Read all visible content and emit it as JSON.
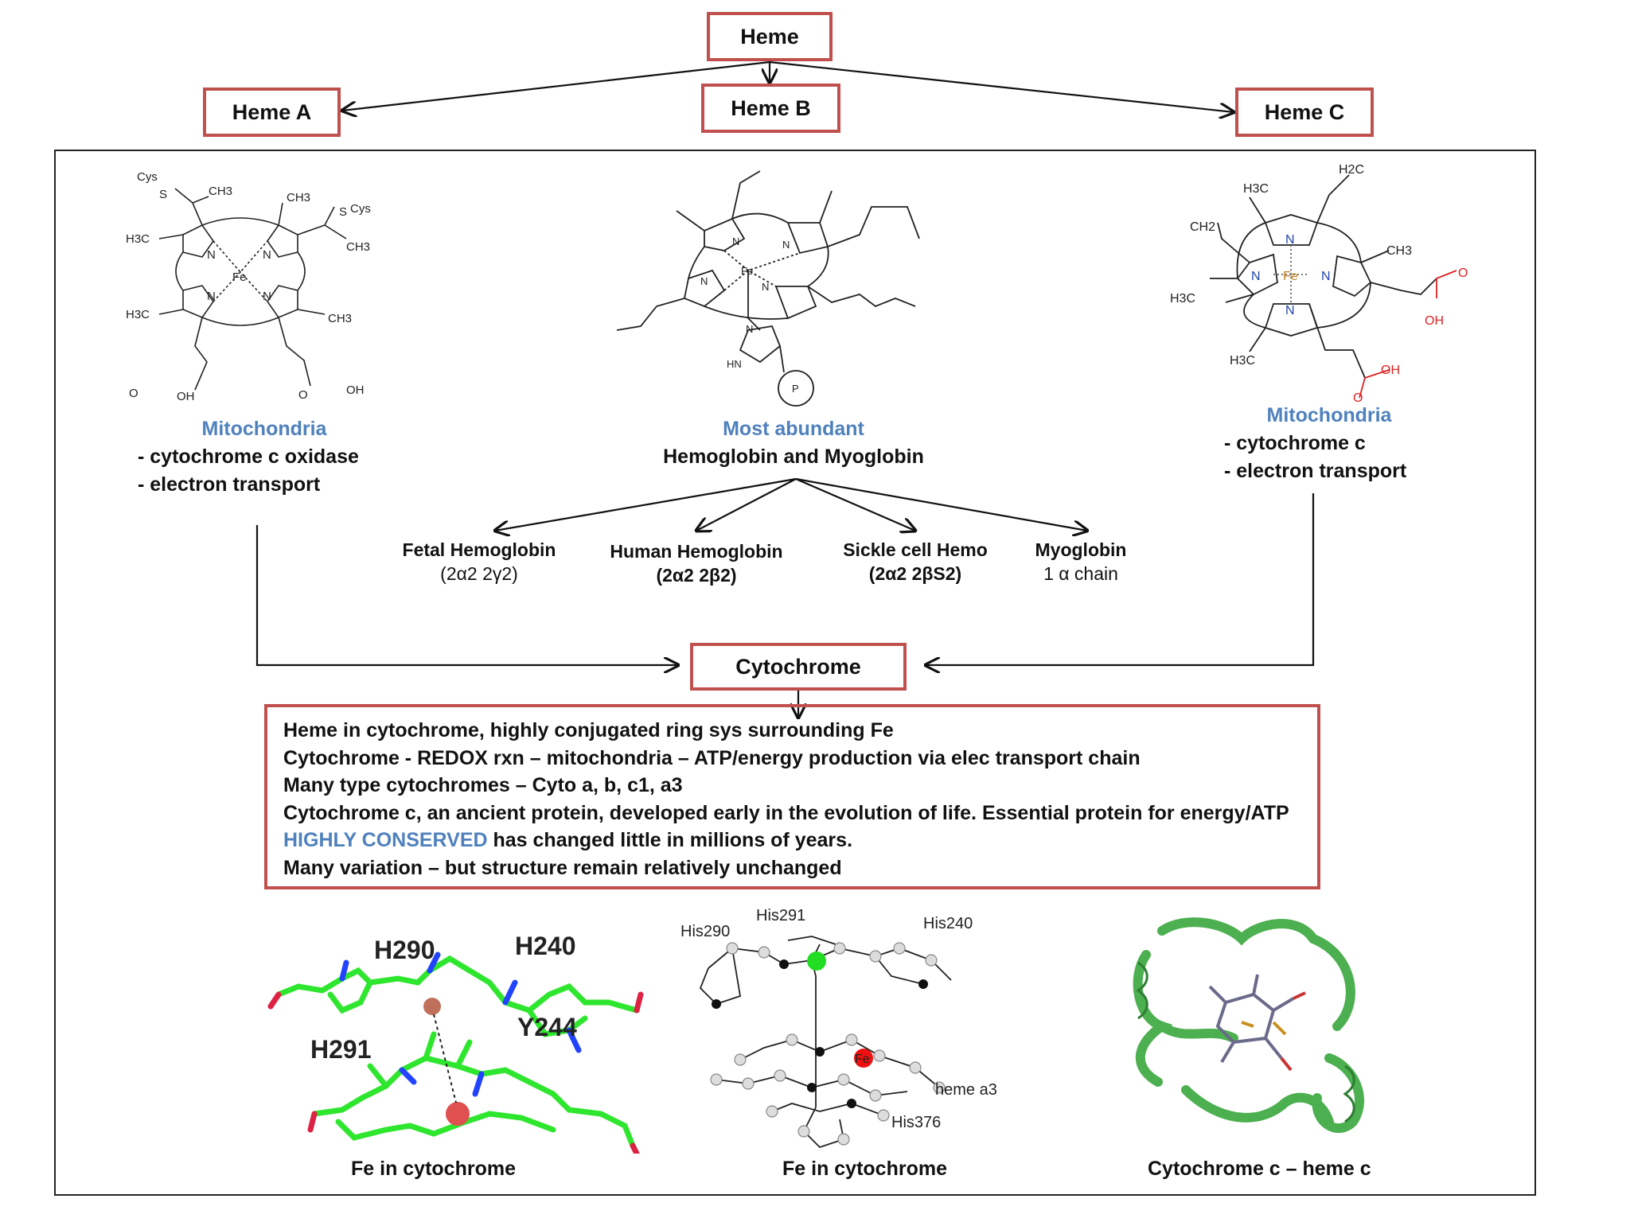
{
  "top_box": "Heme",
  "heme_a": {
    "title": "Heme A",
    "location": "Mitochondria",
    "lines": [
      "- cytochrome c oxidase",
      "- electron transport"
    ]
  },
  "heme_b": {
    "title": "Heme B",
    "note": "Most abundant",
    "subtitle": "Hemoglobin and Myoglobin"
  },
  "heme_c": {
    "title": "Heme C",
    "location": "Mitochondria",
    "lines": [
      "- cytochrome c",
      "- electron transport"
    ]
  },
  "hemoglobins": [
    {
      "name": "Fetal Hemoglobin",
      "formula": "(2α2 2γ2)"
    },
    {
      "name": "Human Hemoglobin",
      "formula": "(2α2 2β2)"
    },
    {
      "name": "Sickle cell Hemo",
      "formula": "(2α2 2βS2)"
    },
    {
      "name": "Myoglobin",
      "formula": "1 α chain"
    }
  ],
  "cytochrome_box": "Cytochrome",
  "info": {
    "line1": "Heme in cytochrome, highly conjugated ring sys surrounding Fe",
    "line2": "Cytochrome - REDOX rxn – mitochondria – ATP/energy production via elec transport chain",
    "line3": "Many type  cytochromes – Cyto a, b, c1, a3",
    "line4": "Cytochrome c, an ancient protein, developed early in the evolution of life. Essential protein for energy/ATP",
    "line5_highlight": "HIGHLY CONSERVED",
    "line5_rest": " has changed little in millions of years.",
    "line6": "Many variation – but structure remain relatively unchanged"
  },
  "structure_labels": {
    "heme_a": [
      "Cys",
      "S",
      "CH3",
      "CH3",
      "S",
      "Cys",
      "CH3",
      "H3C",
      "N",
      "N",
      "Fe",
      "N",
      "N",
      "H3C",
      "CH3",
      "OH",
      "OH",
      "O",
      "O"
    ],
    "heme_b": [
      "N",
      "N",
      "N",
      "N",
      "Fe",
      "N",
      "HN",
      "P"
    ],
    "heme_c": [
      "H2C",
      "H3C",
      "CH2",
      "CH3",
      "N",
      "N",
      "Fe",
      "N",
      "N",
      "H3C",
      "H3C",
      "OH",
      "OH",
      "O",
      "O"
    ]
  },
  "figures": [
    {
      "caption": "Fe in cytochrome",
      "labels": [
        "H290",
        "H240",
        "H291",
        "Y244"
      ]
    },
    {
      "caption": "Fe in cytochrome",
      "labels": [
        "His291",
        "His290",
        "His240",
        "Fe",
        "heme a3",
        "His376"
      ]
    },
    {
      "caption": "Cytochrome c – heme c",
      "labels": []
    }
  ],
  "colors": {
    "box_border": "#c0504d",
    "accent_blue": "#4f81bd",
    "fe_red": "#e02020",
    "carbon_green": "#2ee62e",
    "ribbon_green": "#4caf50"
  }
}
